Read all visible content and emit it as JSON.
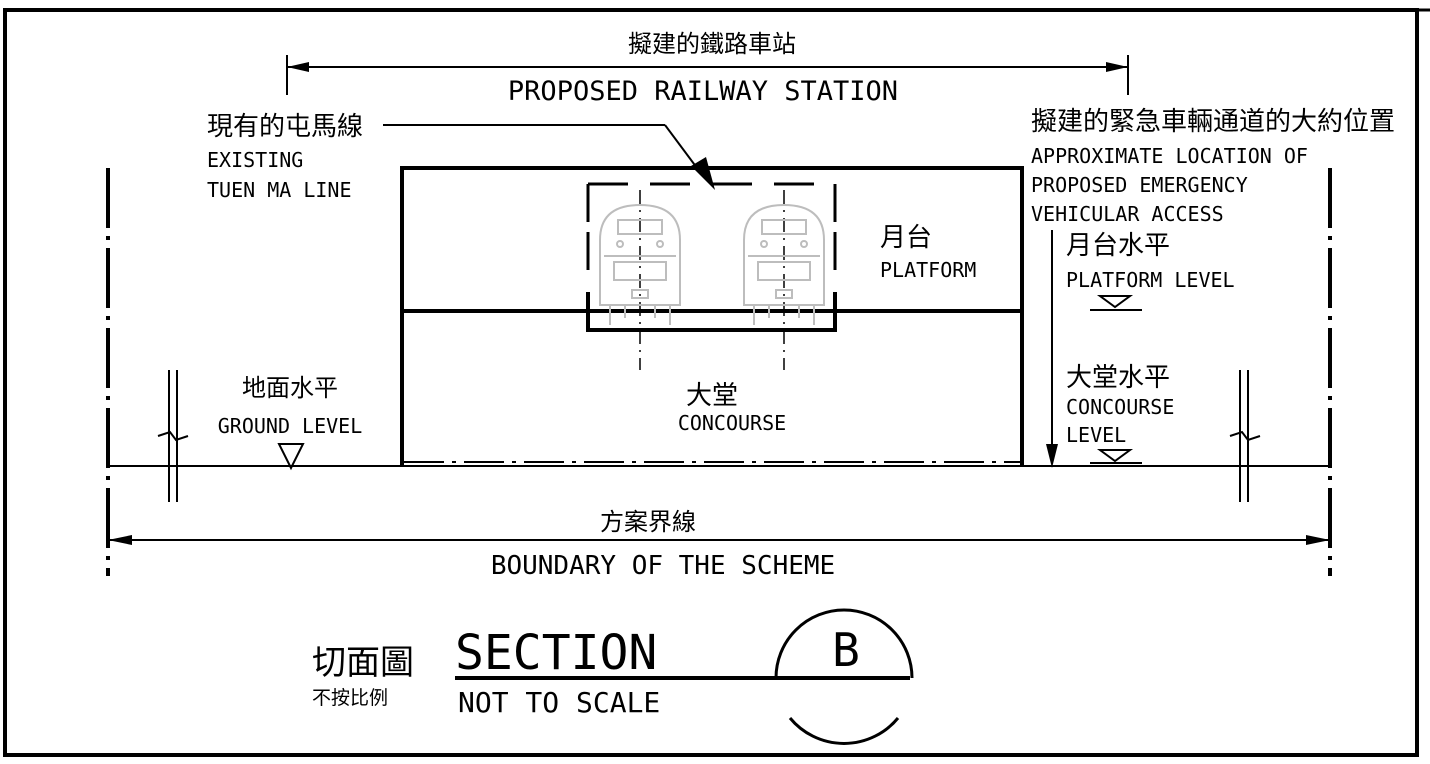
{
  "station": {
    "zh": "擬建的鐵路車站",
    "en": "PROPOSED RAILWAY STATION"
  },
  "existing_line": {
    "zh": "現有的屯馬線",
    "en_1": "EXISTING",
    "en_2": "TUEN MA LINE"
  },
  "emergency_access": {
    "zh": "擬建的緊急車輛通道的大約位置",
    "en_1": "APPROXIMATE LOCATION OF",
    "en_2": "PROPOSED EMERGENCY",
    "en_3": "VEHICULAR ACCESS"
  },
  "platform": {
    "zh": "月台",
    "en": "PLATFORM"
  },
  "platform_level": {
    "zh": "月台水平",
    "en": "PLATFORM LEVEL"
  },
  "concourse": {
    "zh": "大堂",
    "en": "CONCOURSE"
  },
  "concourse_level": {
    "zh": "大堂水平",
    "en_1": "CONCOURSE",
    "en_2": "LEVEL"
  },
  "ground_level": {
    "zh": "地面水平",
    "en": "GROUND LEVEL"
  },
  "boundary": {
    "zh": "方案界線",
    "en": "BOUNDARY OF THE SCHEME"
  },
  "section": {
    "zh": "切面圖",
    "zh_scale": "不按比例",
    "title": "SECTION",
    "scale": "NOT TO SCALE",
    "mark": "B"
  }
}
